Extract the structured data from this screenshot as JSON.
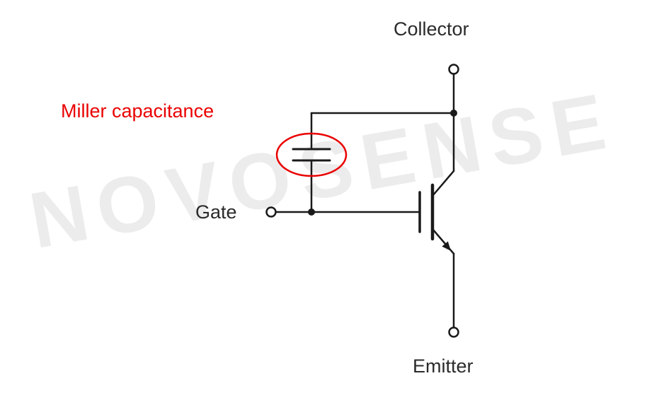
{
  "colors": {
    "wire": "#1a1a1a",
    "accent_red": "#ea0000",
    "watermark": "#ececec",
    "label": "#2b2b2b"
  },
  "watermark": {
    "text": "NOVOSENSE"
  },
  "labels": {
    "collector": "Collector",
    "emitter": "Emitter",
    "gate": "Gate",
    "miller_capacitance": "Miller capacitance"
  }
}
